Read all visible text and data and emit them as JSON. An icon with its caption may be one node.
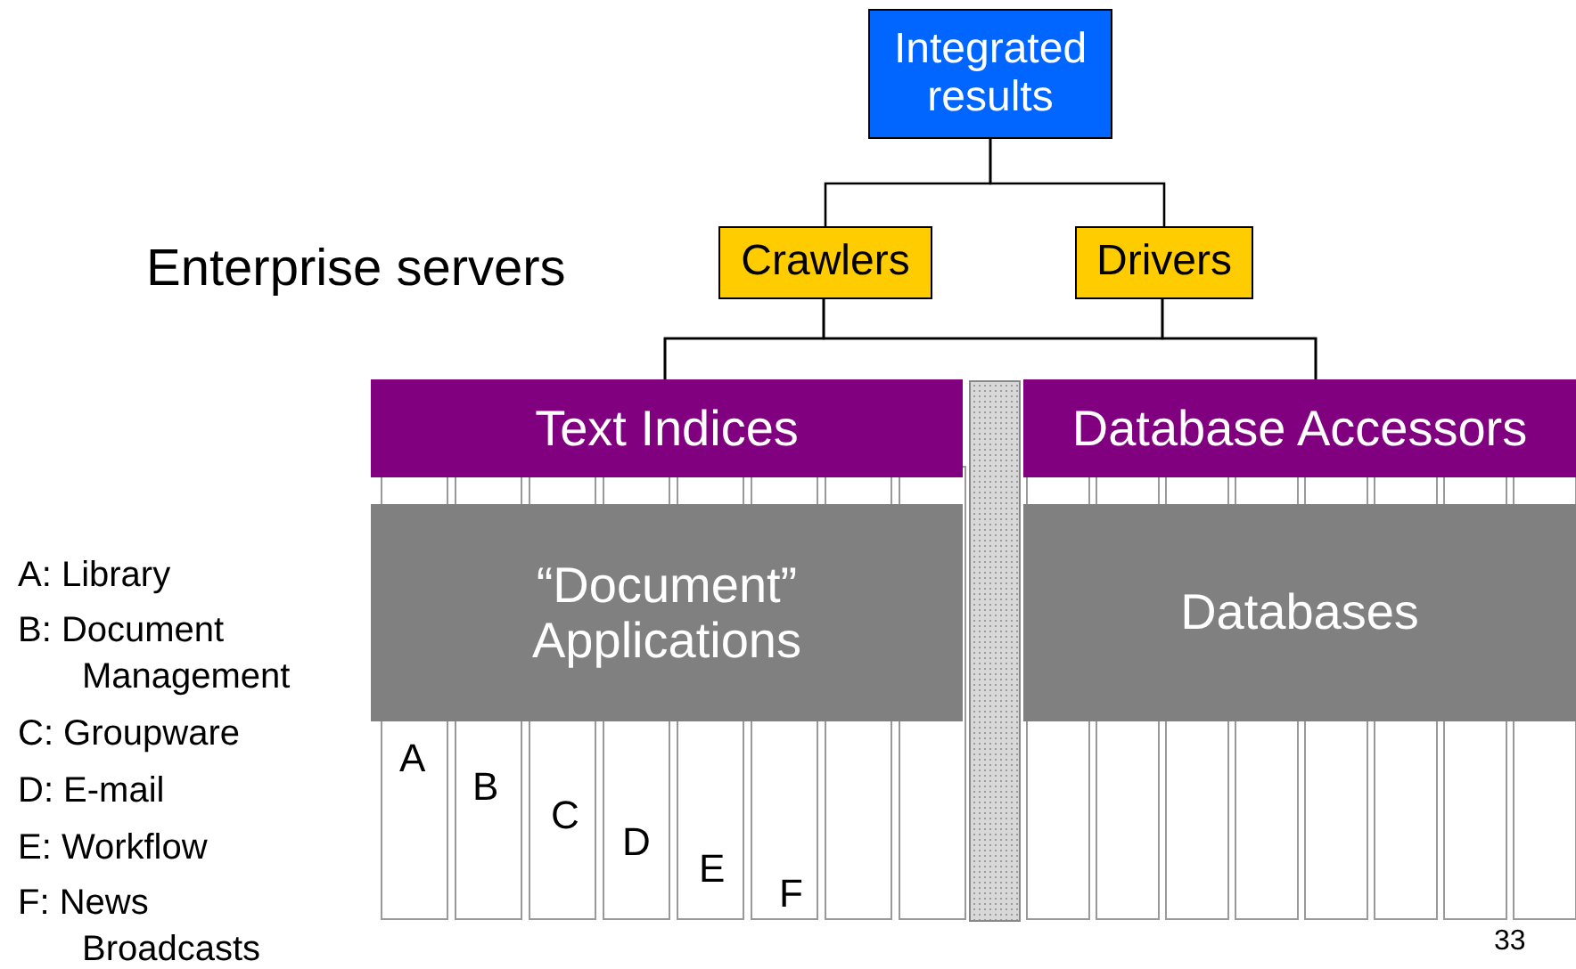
{
  "diagram": {
    "nodes": [
      {
        "text": [
          "Integrated results"
        ]
      },
      {
        "text": [
          "Crawlers"
        ]
      },
      {
        "text": [
          "Drivers"
        ]
      },
      {
        "text": [
          "Text Indices"
        ]
      },
      {
        "text": [
          "Database Accessors"
        ]
      },
      {
        "text": [
          "“Document” Applications"
        ]
      },
      {
        "text": [
          "Databases"
        ]
      }
    ],
    "edges": [
      {
        "from": 0,
        "to": 1,
        "arrow": "none"
      },
      {
        "from": 0,
        "to": 2,
        "arrow": "none"
      },
      {
        "from": 1,
        "to": 3,
        "arrow": "none"
      },
      {
        "from": 1,
        "to": 4,
        "arrow": "none"
      },
      {
        "from": 2,
        "to": 3,
        "arrow": "none"
      },
      {
        "from": 2,
        "to": 4,
        "arrow": "none"
      }
    ],
    "labels": [
      "Enterprise servers",
      "A: Library",
      "B: Document Management",
      "C: Groupware",
      "D: E-mail",
      "E: Workflow",
      "F: News Broadcasts",
      "A",
      "B",
      "C",
      "D",
      "E",
      "F",
      "33"
    ]
  }
}
